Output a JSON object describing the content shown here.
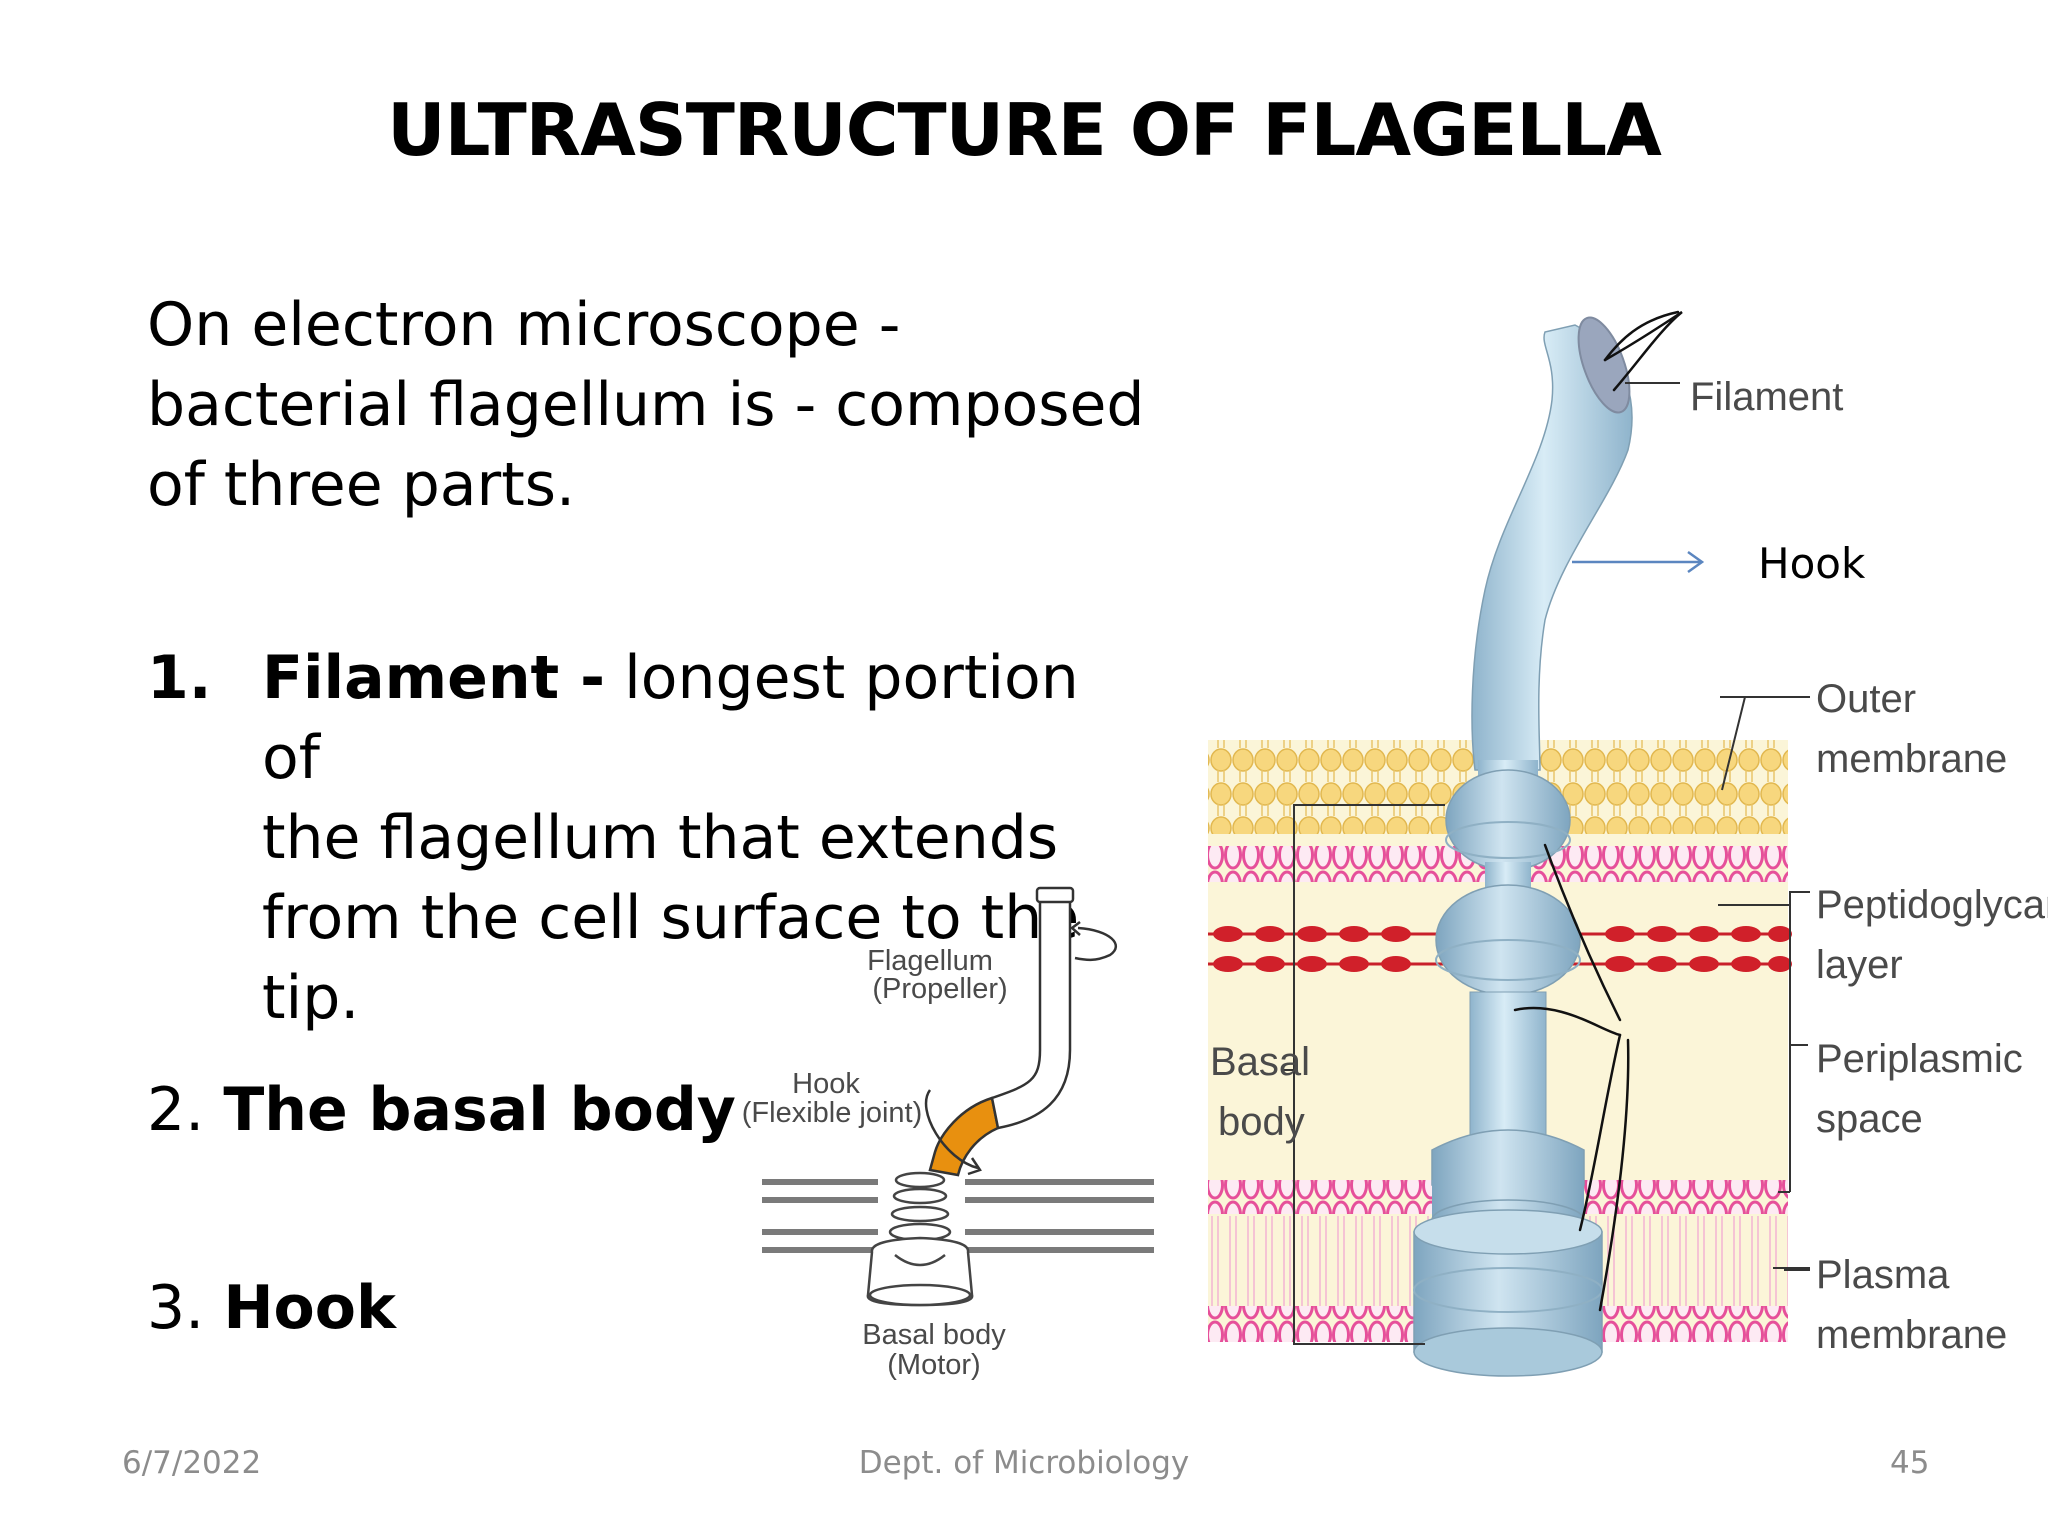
{
  "slide": {
    "title": "ULTRASTRUCTURE OF FLAGELLA",
    "intro_lines": [
      "On electron microscope -",
      "bacterial flagellum is - composed",
      "of three parts."
    ],
    "item1": {
      "number": "1.",
      "term": "Filament -",
      "lines": [
        " longest portion of",
        "the flagellum that extends",
        "from the cell surface to the",
        "tip."
      ]
    },
    "item2": {
      "number": "2.",
      "term": "The basal body"
    },
    "item3": {
      "number": "3.",
      "term": "Hook"
    }
  },
  "small_diagram": {
    "labels": {
      "flagellum": "Flagellum",
      "propeller": "(Propeller)",
      "hook": "Hook",
      "flexible_joint": "(Flexible joint)",
      "basal_body": "Basal body",
      "motor": "(Motor)"
    },
    "colors": {
      "hook": "#e8900f",
      "membrane": "#7a7a7a"
    }
  },
  "large_diagram": {
    "labels": {
      "filament": "Filament",
      "hook_annotation": "Hook",
      "outer_membrane_1": "Outer",
      "outer_membrane_2": "membrane",
      "peptidoglycan_1": "Peptidoglycan",
      "peptidoglycan_2": "layer",
      "periplasmic_1": "Periplasmic",
      "periplasmic_2": "space",
      "plasma_1": "Plasma",
      "plasma_2": "membrane",
      "basal_1": "Basal",
      "basal_2": "body"
    },
    "colors": {
      "shaft": "#b6d6e8",
      "outer_membrane": "#f3d27a",
      "lipid_pink": "#e64f9a",
      "peptidoglycan": "#d0202a",
      "periplasm": "#fbf3d0",
      "arrow": "#5b86c0"
    }
  },
  "footer": {
    "date": "6/7/2022",
    "dept": "Dept. of Microbiology",
    "page": "45"
  }
}
